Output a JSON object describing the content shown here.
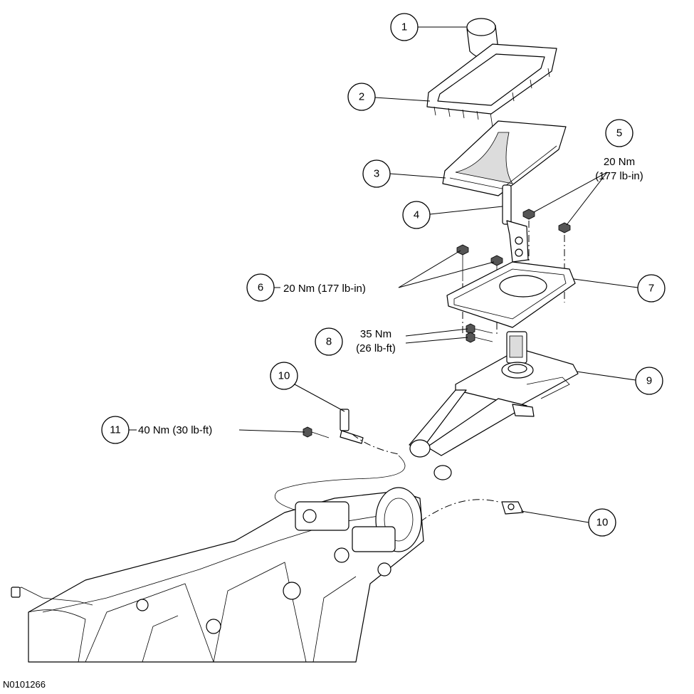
{
  "callouts": {
    "c1": "1",
    "c2": "2",
    "c3": "3",
    "c4": "4",
    "c5": "5",
    "c6": "6",
    "c7": "7",
    "c8": "8",
    "c9": "9",
    "c10a": "10",
    "c10b": "10",
    "c11": "11"
  },
  "torque": {
    "t5_line1": "20 Nm",
    "t5_line2": "(177 lb-in)",
    "t6": "20 Nm (177 lb-in)",
    "t8_line1": "35 Nm",
    "t8_line2": "(26 lb-ft)",
    "t11": "40 Nm (30 lb-ft)"
  },
  "figure_id": "N0101266"
}
